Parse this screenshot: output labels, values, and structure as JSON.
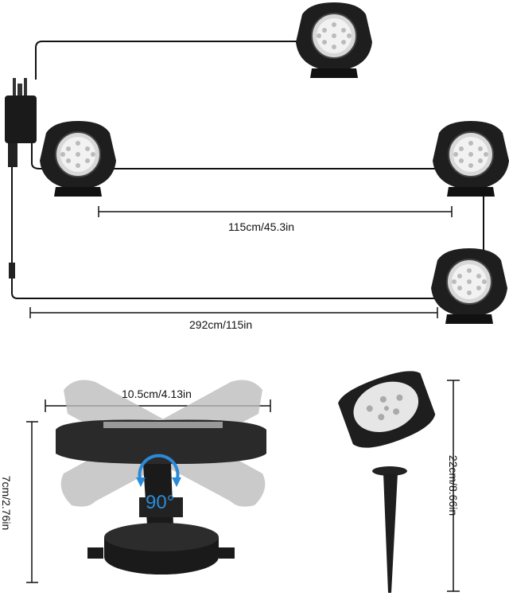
{
  "dimensions": {
    "spacing_between_lights": "115cm/45.3in",
    "total_cable_length": "292cm/115in",
    "head_width": "10.5cm/4.13in",
    "head_height": "7cm/2.76in",
    "stake_height": "22cm/8.66in",
    "tilt_angle": "90°"
  },
  "colors": {
    "housing": "#1e1e1e",
    "led_face": "#e8e8e8",
    "rotation_arrow": "#2a8ad8",
    "dimension_line": "#111111"
  }
}
